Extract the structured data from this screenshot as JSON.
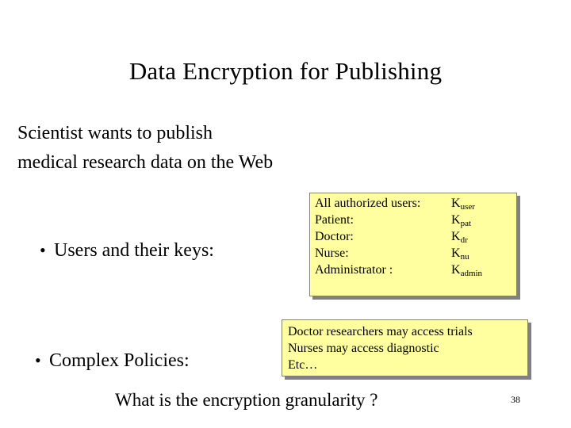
{
  "slide": {
    "title": "Data Encryption for Publishing",
    "intro": [
      "Scientist wants to publish",
      "medical research data on the Web"
    ],
    "bullets": {
      "marker": "•",
      "users_label": "Users and their keys:",
      "policies_label": "Complex Policies:"
    },
    "keys_box": {
      "rows": [
        {
          "label": "All authorized users:",
          "key_base": "K",
          "key_sub": "user"
        },
        {
          "label": "Patient:",
          "key_base": "K",
          "key_sub": "pat"
        },
        {
          "label": "Doctor:",
          "key_base": "K",
          "key_sub": "dr"
        },
        {
          "label": "Nurse:",
          "key_base": "K",
          "key_sub": "nu"
        },
        {
          "label": "Administrator :",
          "key_base": "K",
          "key_sub": "admin"
        }
      ]
    },
    "policies_box": {
      "lines": [
        "Doctor researchers may access trials",
        "Nurses may access diagnostic",
        "Etc…"
      ]
    },
    "question": "What is the encryption granularity ?",
    "page_number": "38",
    "colors": {
      "callout_fill": "#ffffa0",
      "callout_border": "#808080",
      "callout_shadow": "#808080",
      "text": "#000000",
      "background": "#ffffff"
    }
  }
}
